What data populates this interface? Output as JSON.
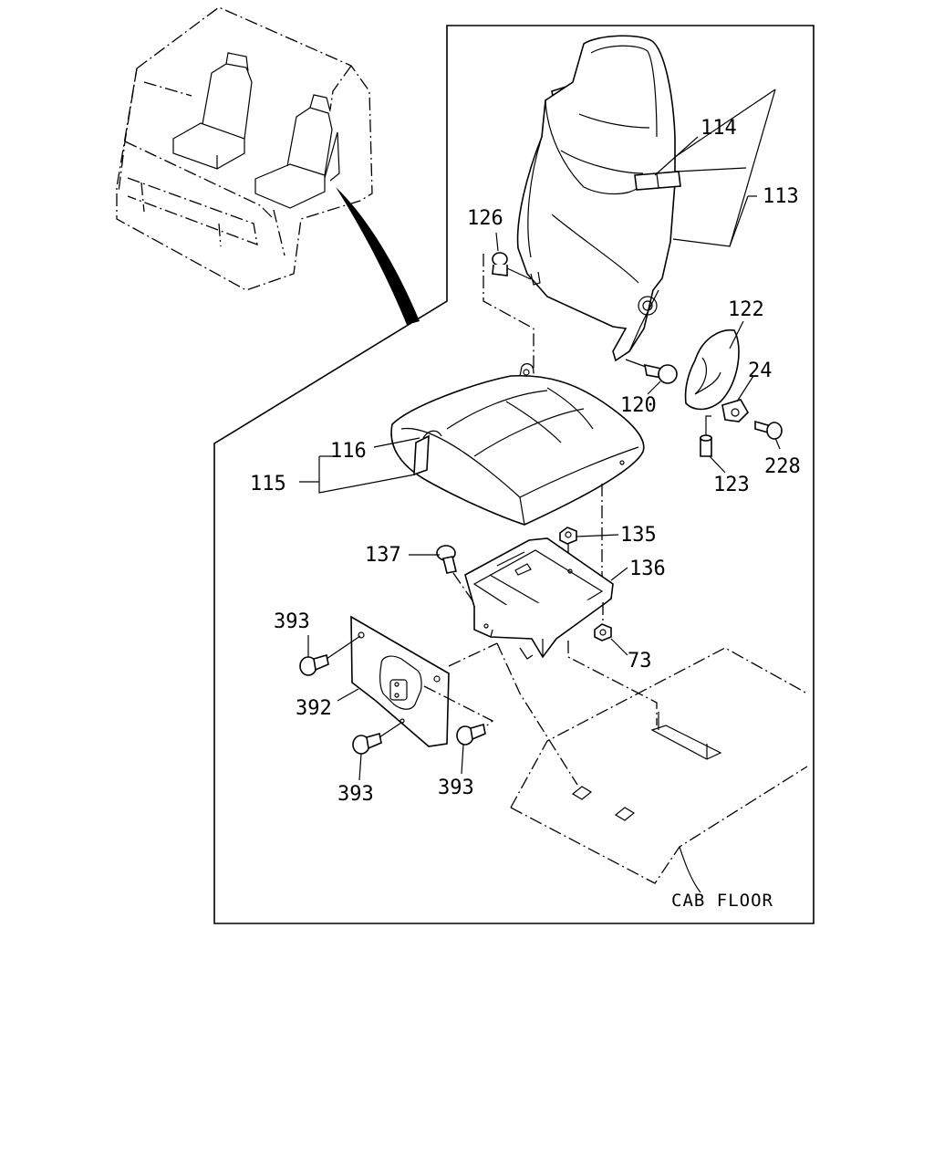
{
  "labels": {
    "l114": "114",
    "l113": "113",
    "l126": "126",
    "l122": "122",
    "l24": "24",
    "l120": "120",
    "l228": "228",
    "l123": "123",
    "l116": "116",
    "l115": "115",
    "l135": "135",
    "l137": "137",
    "l136": "136",
    "l393a": "393",
    "l73": "73",
    "l392": "392",
    "l393b": "393",
    "l393c": "393",
    "cab_floor": "CAB FLOOR"
  }
}
